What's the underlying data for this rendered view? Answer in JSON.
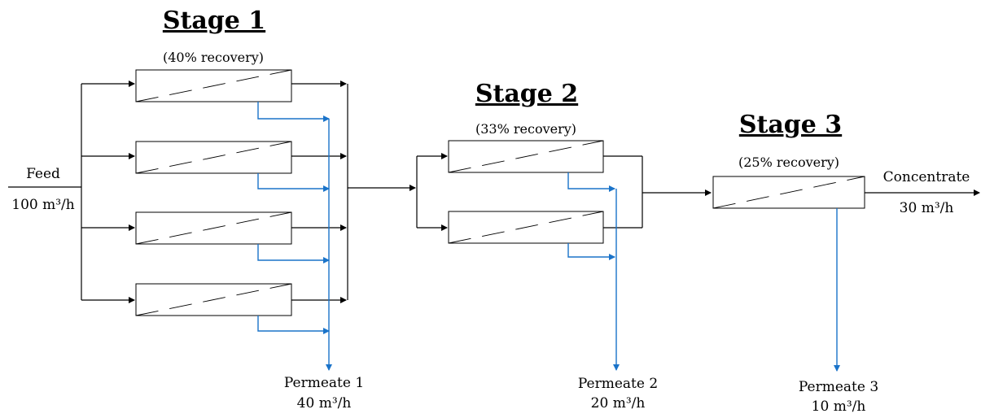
{
  "stages": [
    {
      "title": "Stage 1",
      "recovery": "(40% recovery)"
    },
    {
      "title": "Stage 2",
      "recovery": "(33% recovery)"
    },
    {
      "title": "Stage 3",
      "recovery": "(25% recovery)"
    }
  ],
  "feed": {
    "label": "Feed",
    "flow": "100 m³/h"
  },
  "concentrate": {
    "label": "Concentrate",
    "flow": "30 m³/h"
  },
  "permeates": [
    {
      "label": "Permeate 1",
      "flow": "40 m³/h"
    },
    {
      "label": "Permeate 2",
      "flow": "20 m³/h"
    },
    {
      "label": "Permeate 3",
      "flow": "10 m³/h"
    }
  ],
  "colors": {
    "process_line": "#000000",
    "permeate_line": "#1a73c9"
  }
}
